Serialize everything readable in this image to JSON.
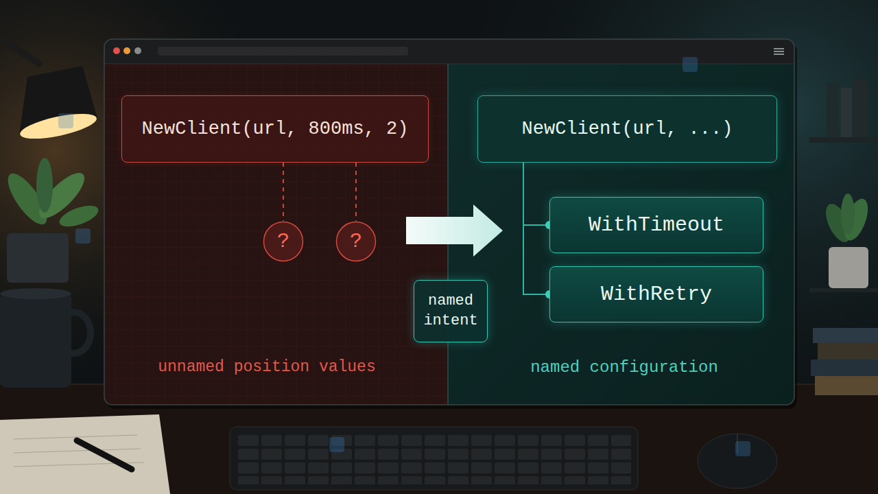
{
  "diagram": {
    "nodes": [
      {
        "text": [
          "NewClient(url, 800ms, 2)"
        ]
      },
      {
        "text": [
          "?"
        ]
      },
      {
        "text": [
          "?"
        ]
      },
      {
        "text": [
          "named intent"
        ]
      },
      {
        "text": [
          "NewClient(url, ...)"
        ]
      },
      {
        "text": [
          "WithTimeout"
        ]
      },
      {
        "text": [
          "WithRetry"
        ]
      }
    ],
    "edges": [
      {
        "from": 0,
        "to": 1,
        "arrow": "none"
      },
      {
        "from": 0,
        "to": 2,
        "arrow": "none"
      },
      {
        "from": 4,
        "to": 5,
        "arrow": "none"
      },
      {
        "from": 4,
        "to": 6,
        "arrow": "none"
      }
    ],
    "labels": [
      "unnamed position values",
      "named configuration"
    ]
  }
}
